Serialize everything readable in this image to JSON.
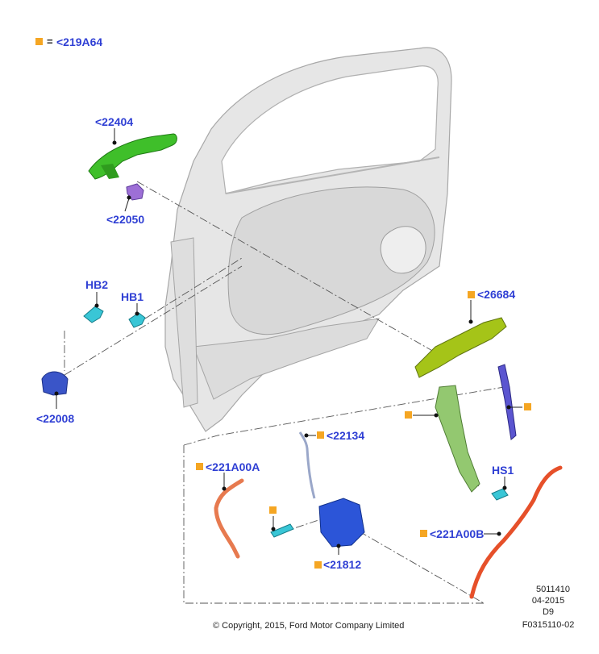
{
  "legend": {
    "symbol": "■",
    "equals": "=",
    "code": "<219A64"
  },
  "callouts": {
    "c22404": "<22404",
    "c22050": "<22050",
    "hb2": "HB2",
    "hb1": "HB1",
    "c22008": "<22008",
    "c26684": "<26684",
    "c22134": "<22134",
    "c221A00A": "<221A00A",
    "hs1": "HS1",
    "c221A00B": "<221A00B",
    "c21812": "<21812"
  },
  "footer": {
    "copyright": "© Copyright, 2015, Ford Motor Company Limited",
    "code1": "5011410",
    "date": "04-2015",
    "variant": "D9",
    "figure": "F0315110-02"
  },
  "colors": {
    "marker": "#f5a623",
    "callout_text": "#2f3fd4",
    "door_fill": "#e6e6e6",
    "door_stroke": "#a8a8a8",
    "handle_green": "#3fbf2a",
    "bracket_purple": "#9d6fd6",
    "bolt_cyan": "#39c6d6",
    "bezel_blue": "#3a55c8",
    "carrier_yellowgreen": "#a5c418",
    "reinforcement_green": "#93c870",
    "seal_blue": "#5b55d0",
    "rod_grey": "#9aa7c9",
    "cable_orange": "#e77a4f",
    "cable_red": "#e6502a",
    "latch_blue": "#2c55d8"
  }
}
